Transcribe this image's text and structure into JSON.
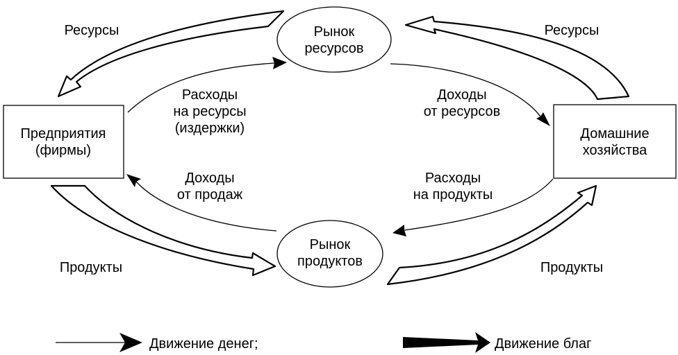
{
  "nodes": {
    "firms": [
      "Предприятия",
      "(фирмы)"
    ],
    "households": [
      "Домашние",
      "хозяйства"
    ],
    "resource_market": [
      "Рынок",
      "ресурсов"
    ],
    "product_market": [
      "Рынок",
      "продуктов"
    ]
  },
  "flows": {
    "resources_left": "Ресурсы",
    "resources_right": "Ресурсы",
    "products_left": "Продукты",
    "products_right": "Продукты",
    "firm_expenses": [
      "Расходы",
      "на ресурсы",
      "(издержки)"
    ],
    "household_income": [
      "Доходы",
      "от ресурсов"
    ],
    "firm_income": [
      "Доходы",
      "от продаж"
    ],
    "household_expenses": [
      "Расходы",
      "на продукты"
    ]
  },
  "legend": {
    "money": "Движение денег;",
    "goods": "Движение благ"
  }
}
